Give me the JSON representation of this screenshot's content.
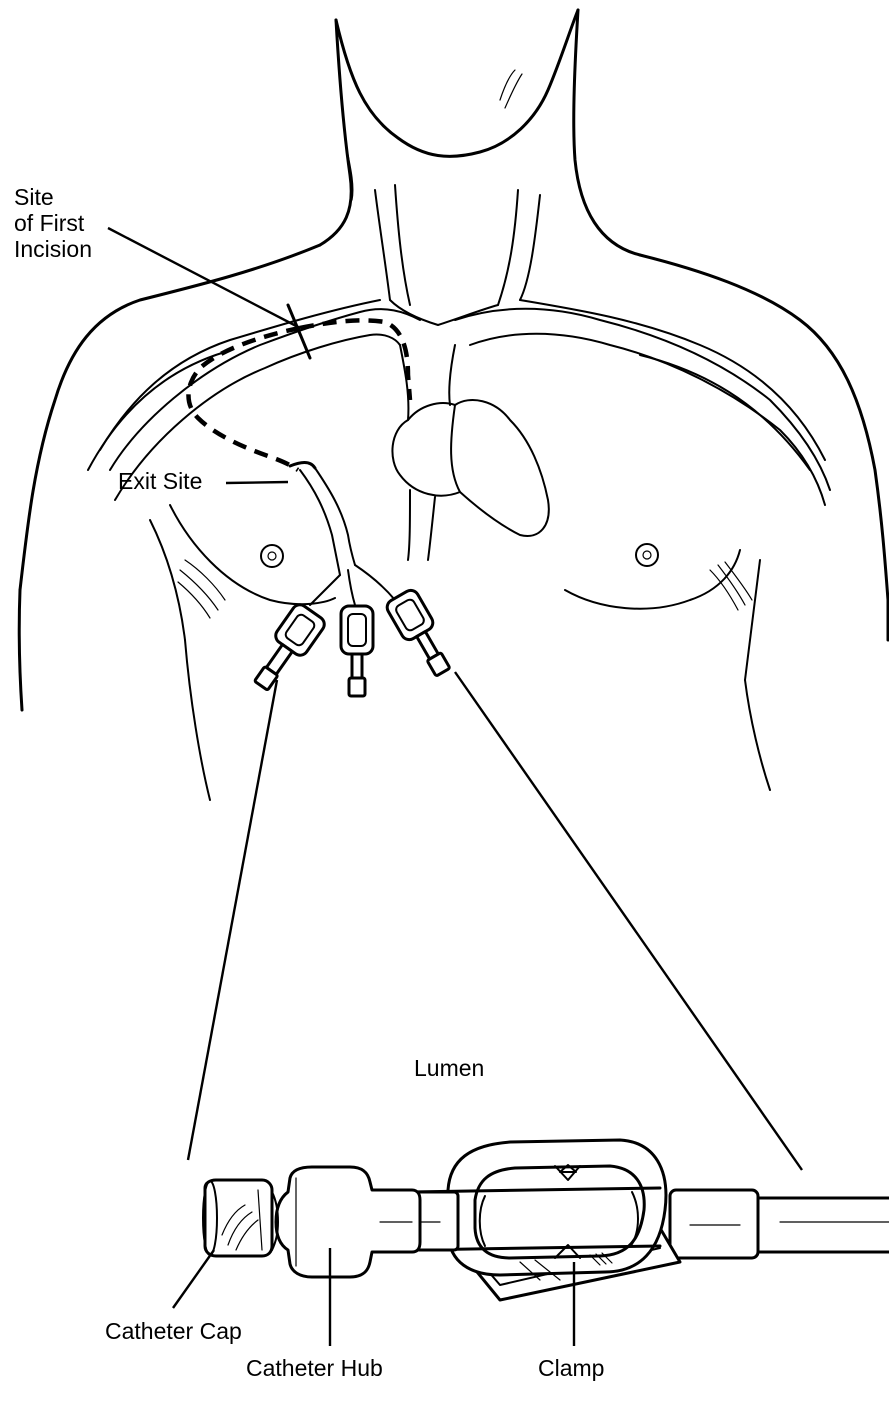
{
  "labels": {
    "site_line1": "Site",
    "site_line2": "of First",
    "site_line3": "Incision",
    "exit_site": "Exit Site",
    "lumen": "Lumen",
    "catheter_cap": "Catheter Cap",
    "catheter_hub": "Catheter Hub",
    "clamp": "Clamp"
  },
  "colors": {
    "ink": "#000000",
    "background": "#ffffff"
  }
}
